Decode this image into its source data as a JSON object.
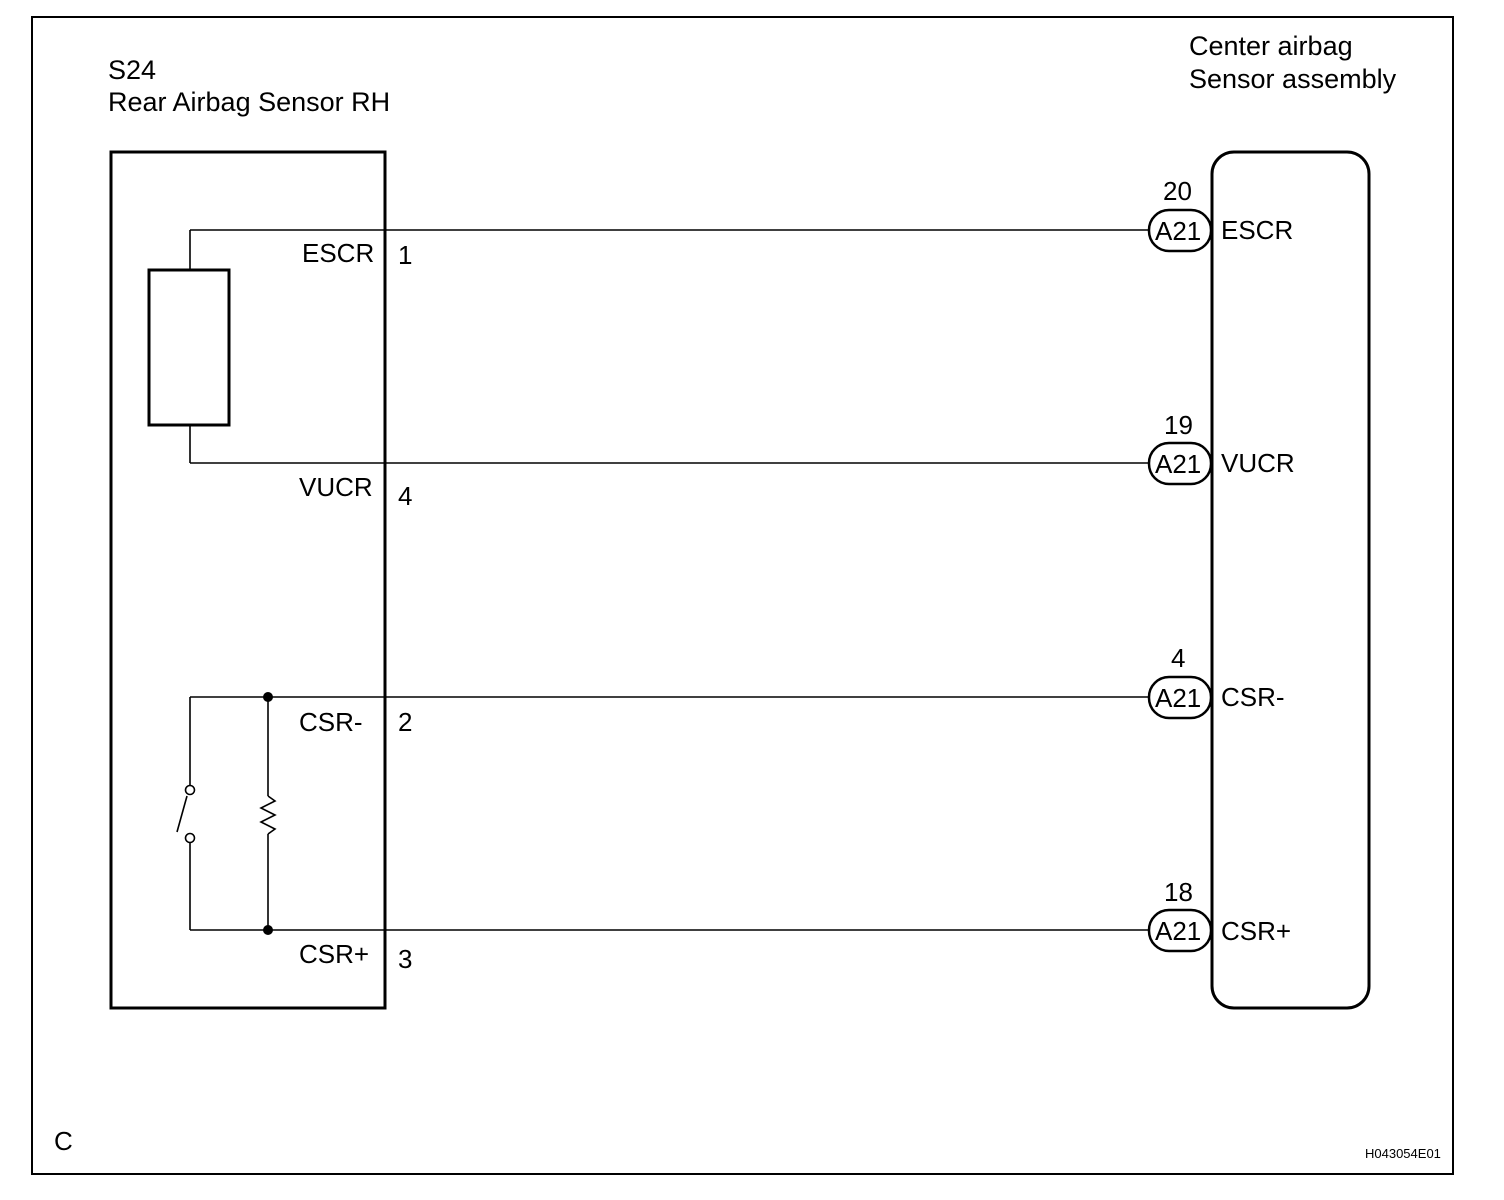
{
  "left_component": {
    "code": "S24",
    "name": "Rear Airbag Sensor RH",
    "pins": [
      {
        "signal": "ESCR",
        "pin": "1"
      },
      {
        "signal": "VUCR",
        "pin": "4"
      },
      {
        "signal": "CSR-",
        "pin": "2"
      },
      {
        "signal": "CSR+",
        "pin": "3"
      }
    ]
  },
  "right_component": {
    "name_line1": "Center airbag",
    "name_line2": "Sensor assembly",
    "connector": "A21",
    "pins": [
      {
        "pin": "20",
        "signal": "ESCR"
      },
      {
        "pin": "19",
        "signal": "VUCR"
      },
      {
        "pin": "4",
        "signal": "CSR-"
      },
      {
        "pin": "18",
        "signal": "CSR+"
      }
    ]
  },
  "corner_letter": "C",
  "figure_id": "H043054E01"
}
